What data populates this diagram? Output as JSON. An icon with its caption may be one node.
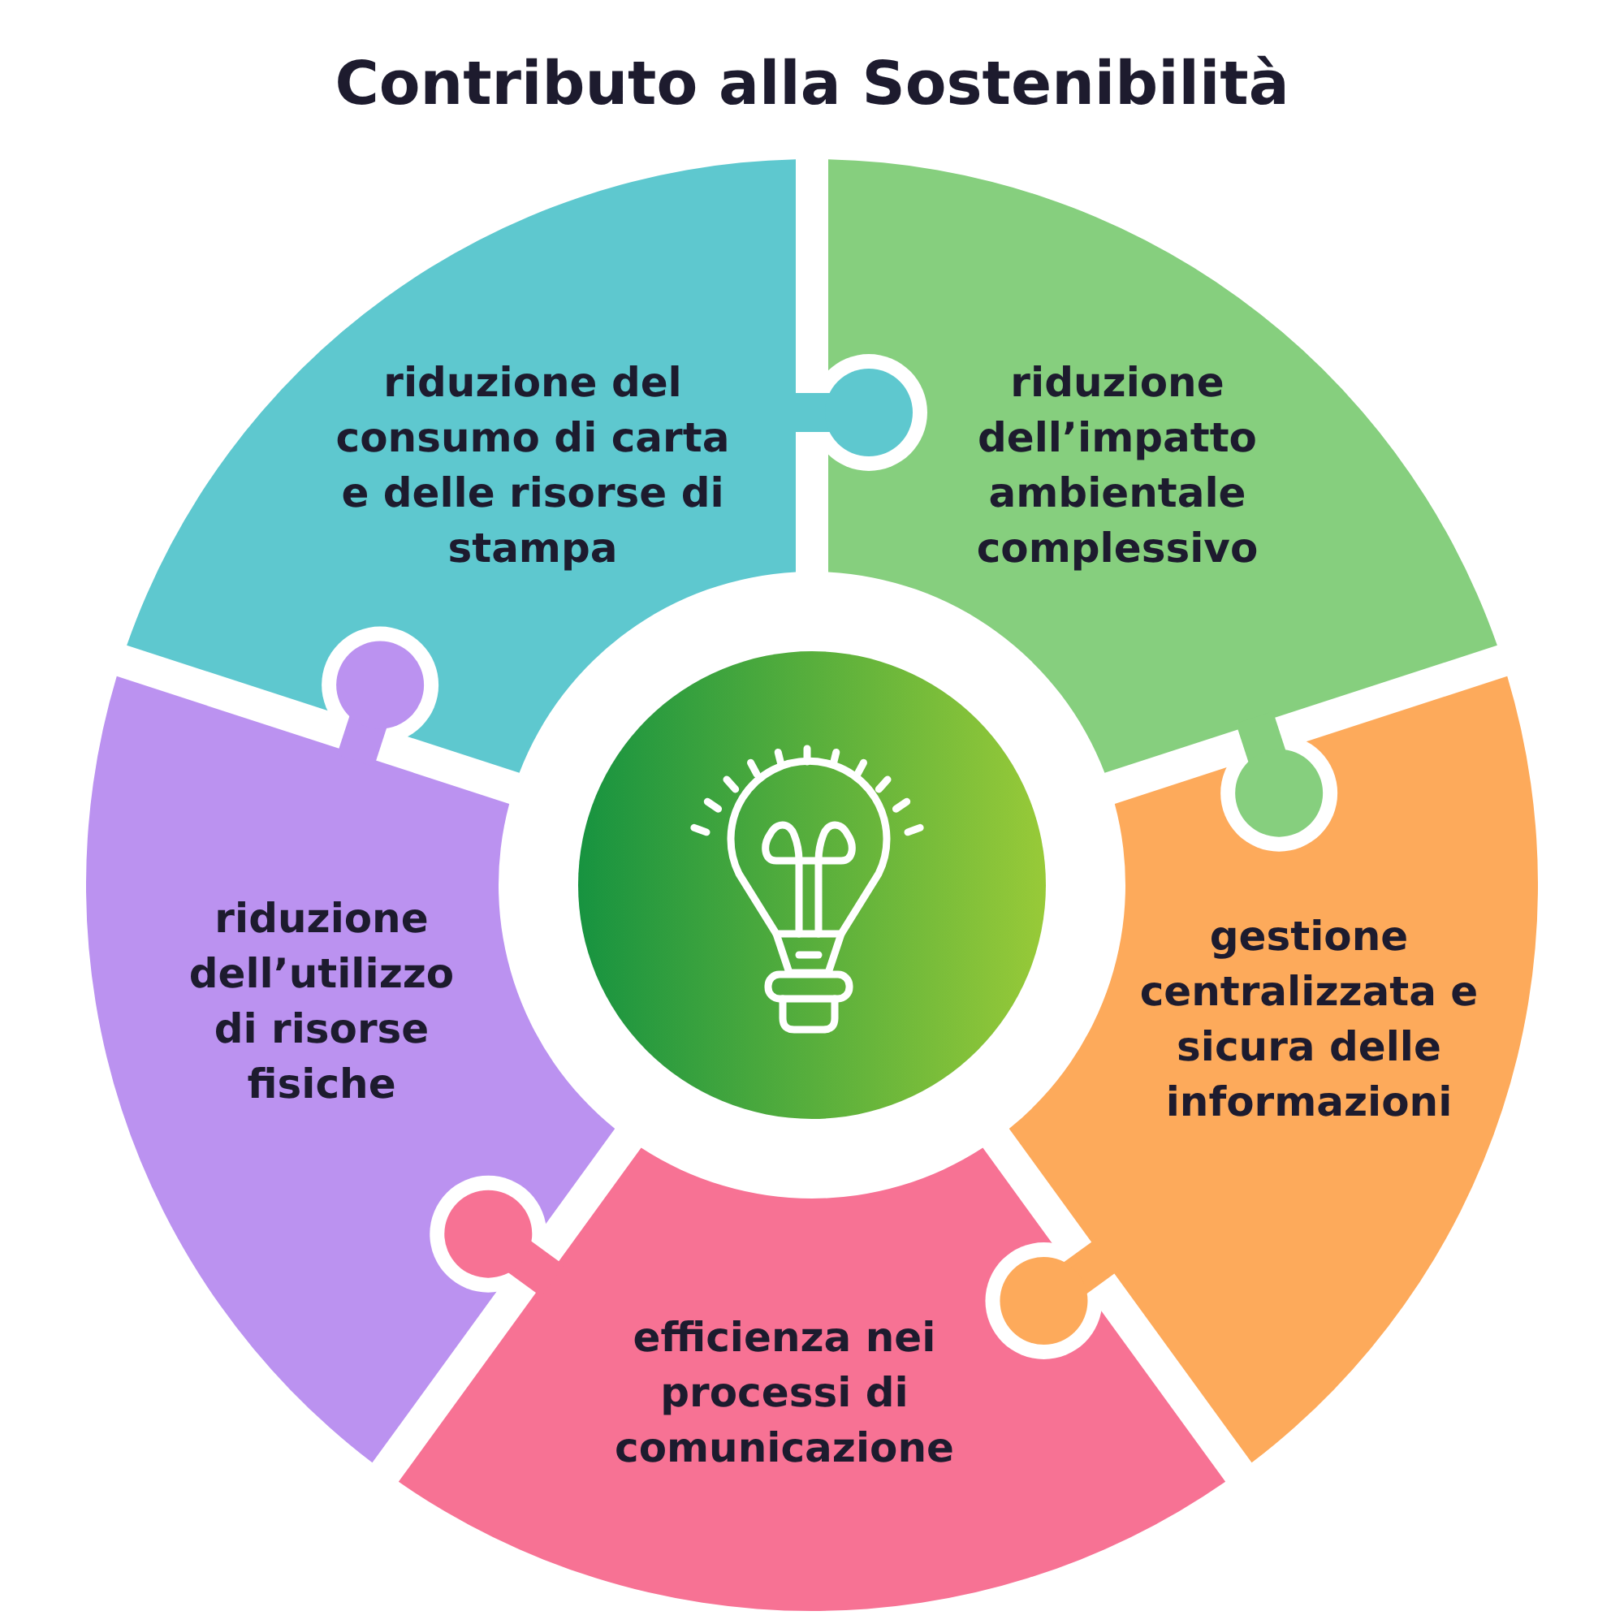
{
  "diagram": {
    "title": "Contributo alla Sostenibilità",
    "nodes": [
      {
        "text": [
          "riduzione del consumo di carta e delle risorse di stampa"
        ]
      },
      {
        "text": [
          "riduzione dell’impatto ambientale complessivo"
        ]
      },
      {
        "text": [
          "gestione centralizzata e sicura delle informazioni"
        ]
      },
      {
        "text": [
          "efficienza nei processi di comunicazione"
        ]
      },
      {
        "text": [
          "riduzione dell’utilizzo di risorse fisiche"
        ]
      }
    ]
  }
}
